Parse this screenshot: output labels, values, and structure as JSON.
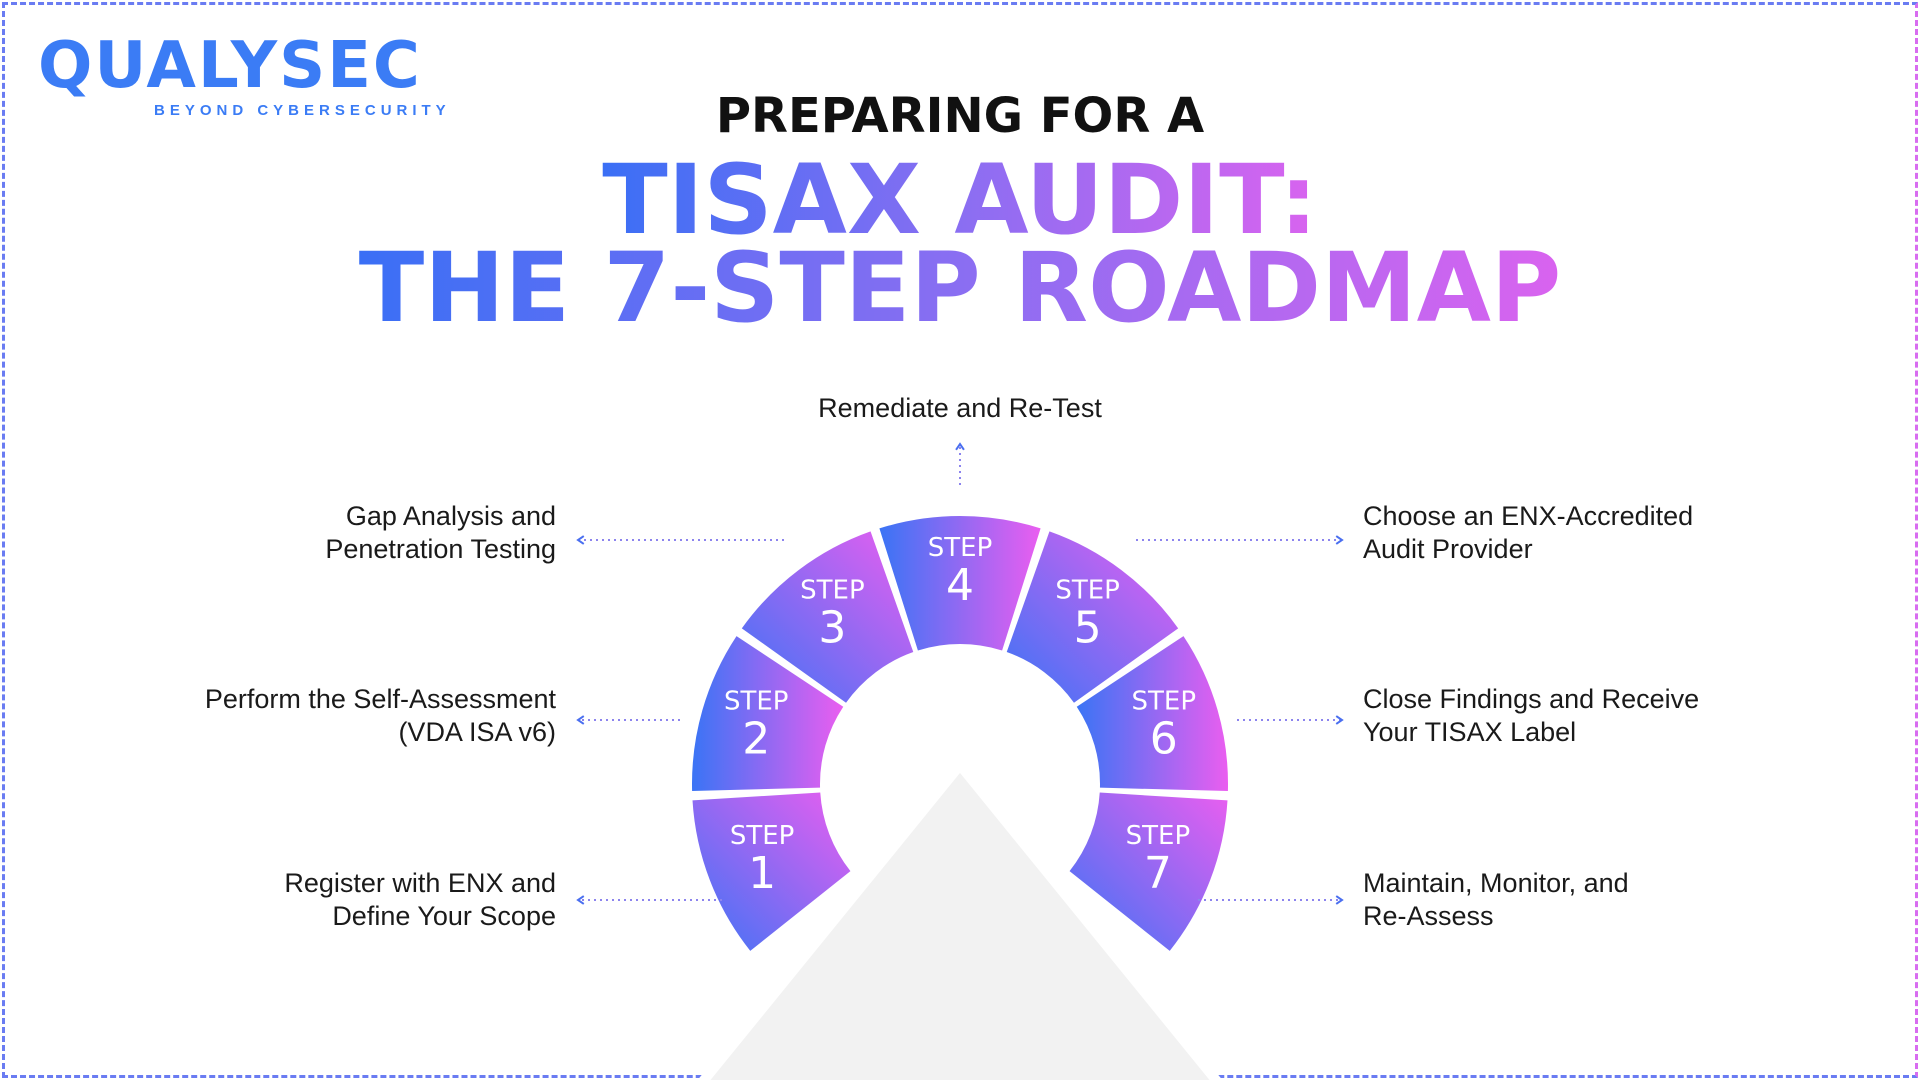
{
  "logo": {
    "word": "QUALYSEC",
    "tagline": "BEYOND CYBERSECURITY"
  },
  "title": {
    "line1": "PREPARING FOR A",
    "line2": "TISAX AUDIT:",
    "line3": "THE 7-STEP ROADMAP"
  },
  "colors": {
    "blue": "#3a6ff5",
    "pink": "#ea5ef0",
    "triangle": "#f2f2f2"
  },
  "steps": [
    {
      "word": "STEP",
      "num": "1",
      "label1": "Register with ENX and",
      "label2": "Define Your Scope"
    },
    {
      "word": "STEP",
      "num": "2",
      "label1": "Perform the Self-Assessment",
      "label2": "(VDA ISA v6)"
    },
    {
      "word": "STEP",
      "num": "3",
      "label1": "Gap Analysis and",
      "label2": "Penetration Testing"
    },
    {
      "word": "STEP",
      "num": "4",
      "label1": "Remediate and Re-Test",
      "label2": ""
    },
    {
      "word": "STEP",
      "num": "5",
      "label1": "Choose an ENX-Accredited",
      "label2": "Audit Provider"
    },
    {
      "word": "STEP",
      "num": "6",
      "label1": "Close Findings and Receive",
      "label2": "Your TISAX Label"
    },
    {
      "word": "STEP",
      "num": "7",
      "label1": "Maintain, Monitor, and",
      "label2": "Re-Assess"
    }
  ]
}
